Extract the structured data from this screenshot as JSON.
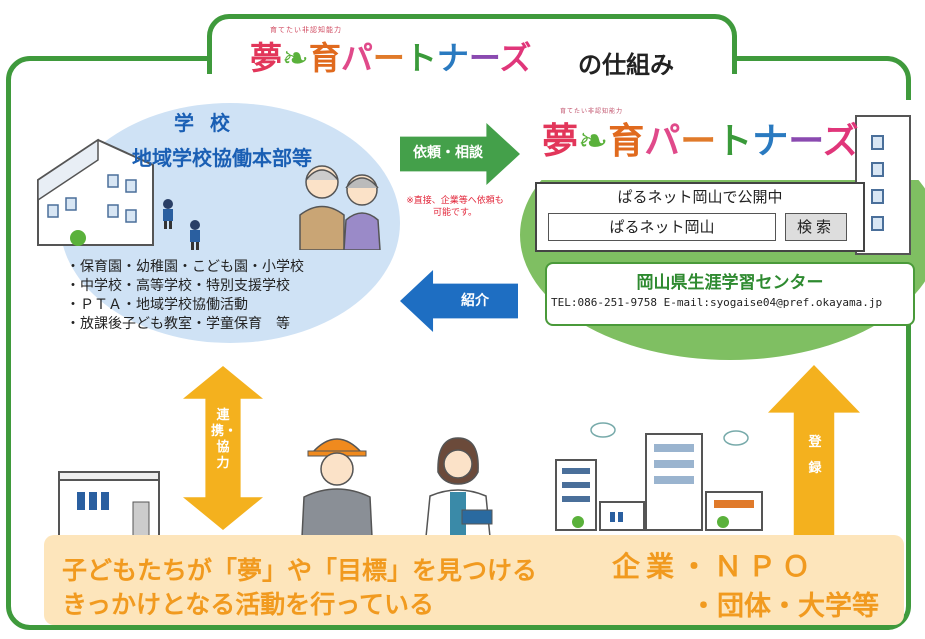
{
  "title": {
    "tagline": "育てたい非認知能力",
    "logo_k1": "夢",
    "logo_k2": "育",
    "logo_kana": [
      "パ",
      "ー",
      "ト",
      "ナ",
      "ー",
      "ズ"
    ],
    "suffix": "の仕組み"
  },
  "school": {
    "title": "学校",
    "subtitle": "地域学校協働本部等",
    "items": [
      "・保育園・幼稚園・こども園・小学校",
      "・中学校・高等学校・特別支援学校",
      "・ＰＴＡ・地域学校協働活動",
      "・放課後子ども教室・学童保育　等"
    ]
  },
  "arrows": {
    "request": "依頼・相談",
    "request_note": "※直接、企業等へ依頼も可能です。",
    "introduce": "紹介",
    "cooperate": "連携・協力",
    "register": "登録"
  },
  "partners": {
    "tagline": "育てたい非認知能力",
    "logo_k1": "夢",
    "logo_k2": "育",
    "logo_kana": [
      "パ",
      "ー",
      "ト",
      "ナ",
      "ー",
      "ズ"
    ],
    "portal_caption": "ぱるネット岡山で公開中",
    "search_value": "ぱるネット岡山",
    "search_button": "検索",
    "center_name": "岡山県生涯学習センター",
    "center_contact": "TEL:086-251-9758 E-mail:syogaise04@pref.okayama.jp"
  },
  "banner": {
    "line1": "子どもたちが「夢」や「目標」を見つける",
    "line2": "きっかけとなる活動を行っている",
    "right1": "企業・ＮＰＯ",
    "right2": "・団体・大学等"
  },
  "colors": {
    "frame_green": "#3f9a3c",
    "school_blue": "#1a5fb4",
    "arrow_green": "#44a04a",
    "arrow_blue": "#1e6ec2",
    "arrow_yellow": "#f4b11e",
    "banner_bg": "#fde5bb",
    "banner_text": "#f19a1f",
    "note_red": "#e2263a"
  }
}
